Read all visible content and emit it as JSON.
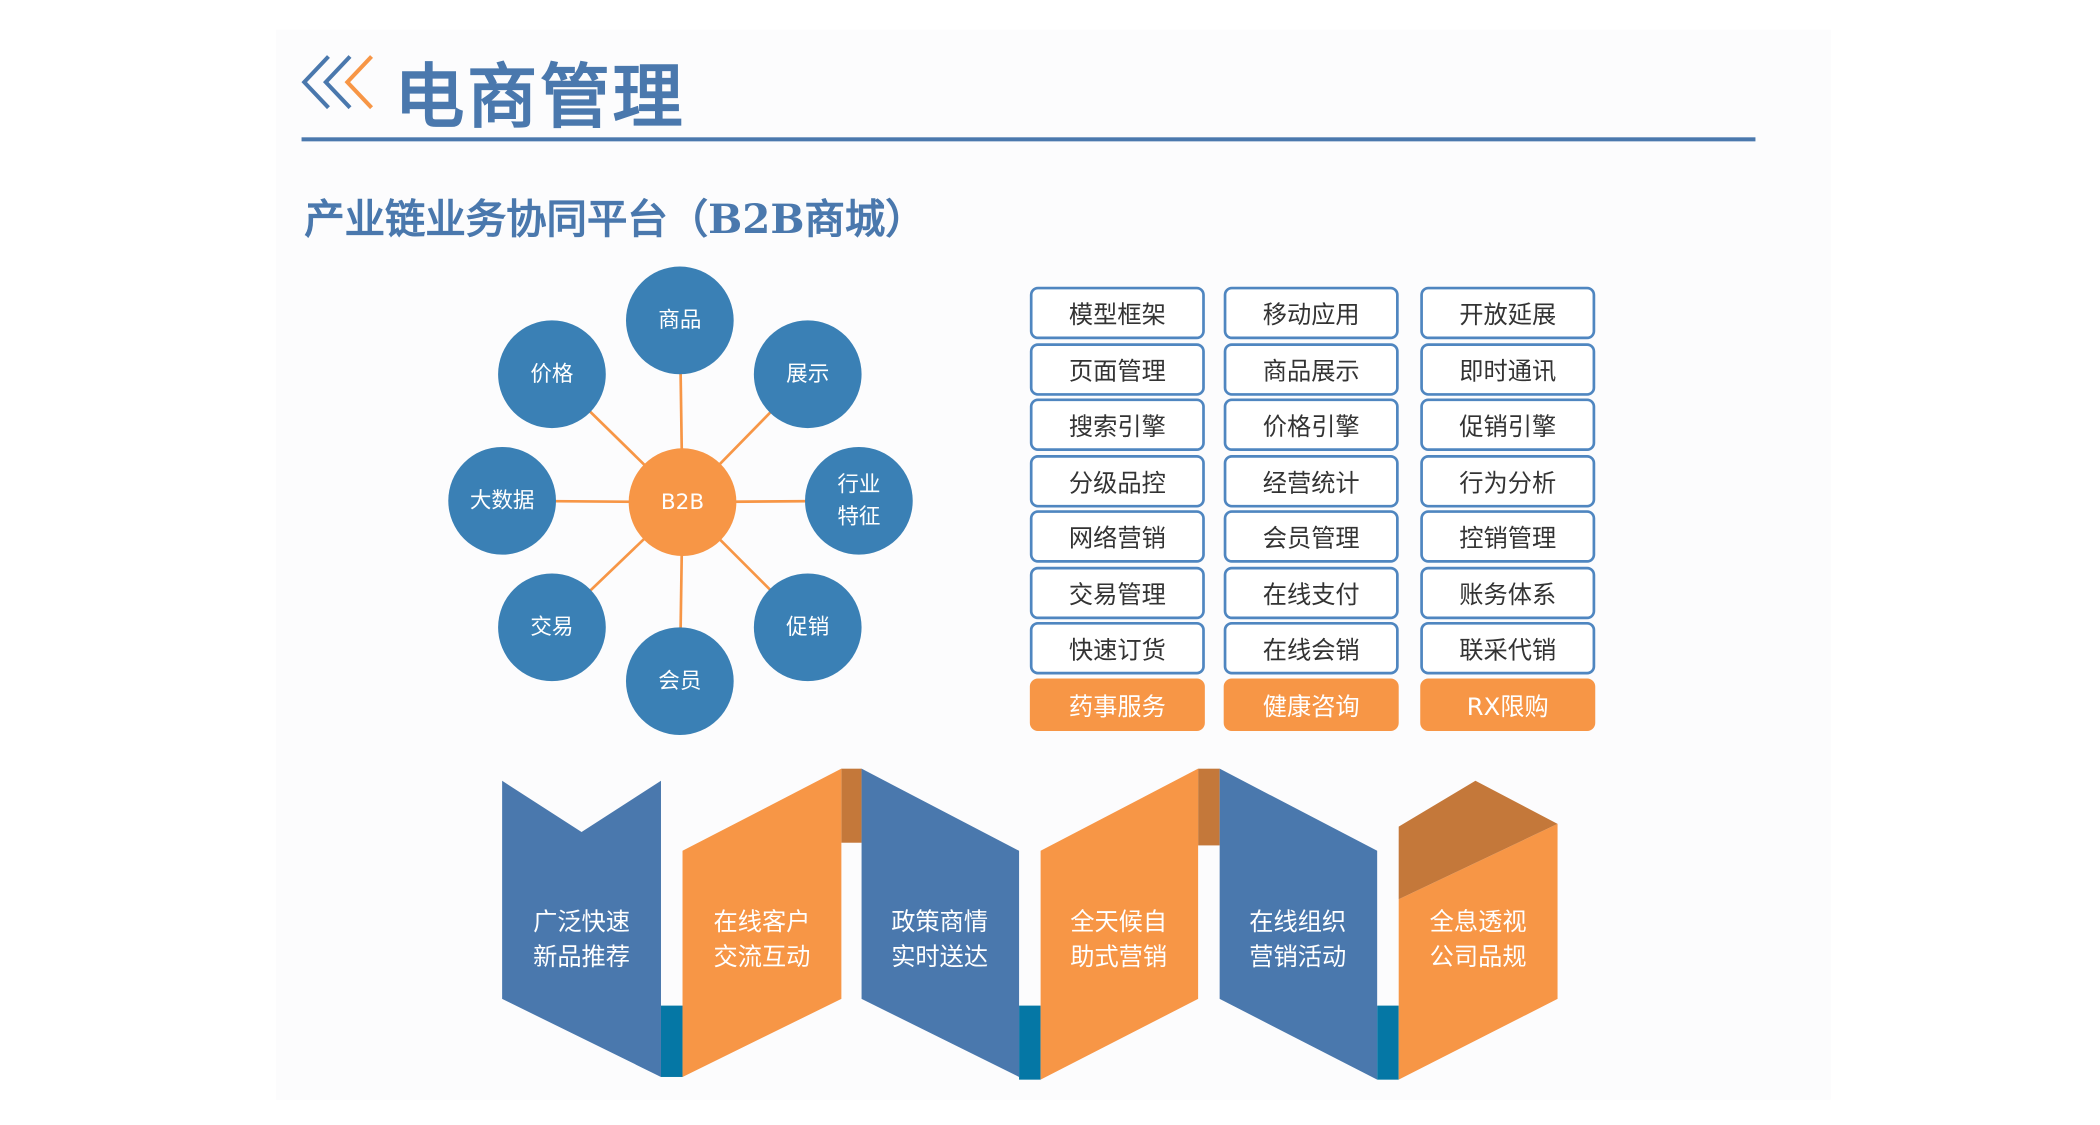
{
  "header": {
    "title": "电商管理",
    "subtitle": "产业链业务协同平台（B2B商城）"
  },
  "colors": {
    "blue": "#4a78ad",
    "circle_blue": "#3a80b5",
    "orange": "#f79646",
    "dark_orange": "#c4783a",
    "teal": "#0577a5"
  },
  "hub": {
    "center": "B2B",
    "nodes": [
      "商品",
      "展示",
      "行业特征",
      "促销",
      "会员",
      "交易",
      "大数据",
      "价格"
    ]
  },
  "features": {
    "columns": [
      [
        "模型框架",
        "页面管理",
        "搜索引擎",
        "分级品控",
        "网络营销",
        "交易管理",
        "快速订货",
        "药事服务"
      ],
      [
        "移动应用",
        "商品展示",
        "价格引擎",
        "经营统计",
        "会员管理",
        "在线支付",
        "在线会销",
        "健康咨询"
      ],
      [
        "开放延展",
        "即时通讯",
        "促销引擎",
        "行为分析",
        "控销管理",
        "账务体系",
        "联采代销",
        "RX限购"
      ]
    ]
  },
  "ribbon": [
    {
      "line1": "广泛快速",
      "line2": "新品推荐"
    },
    {
      "line1": "在线客户",
      "line2": "交流互动"
    },
    {
      "line1": "政策商情",
      "line2": "实时送达"
    },
    {
      "line1": "全天候自",
      "line2": "助式营销"
    },
    {
      "line1": "在线组织",
      "line2": "营销活动"
    },
    {
      "line1": "全息透视",
      "line2": "公司品规"
    }
  ]
}
